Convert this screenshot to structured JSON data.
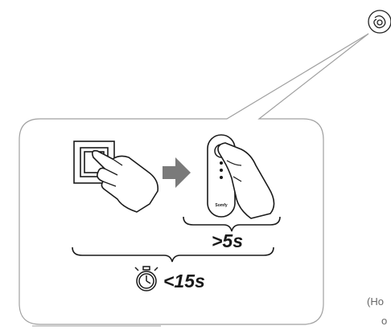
{
  "diagram": {
    "hold_duration_label": ">5s",
    "total_duration_label": "<15s",
    "remote_brand": "Somfy",
    "partial_note_line1": "(Ho",
    "partial_note_line2": "o"
  },
  "icons": [
    "callout-source-icon",
    "wall-switch-icon",
    "hand-pressing-icon",
    "arrow-right-icon",
    "remote-control-icon",
    "hand-holding-remote-icon",
    "stopwatch-icon"
  ],
  "colors": {
    "outline": "#a0a0a0",
    "ink": "#1a1a1a",
    "arrow": "#7a7a7a"
  }
}
